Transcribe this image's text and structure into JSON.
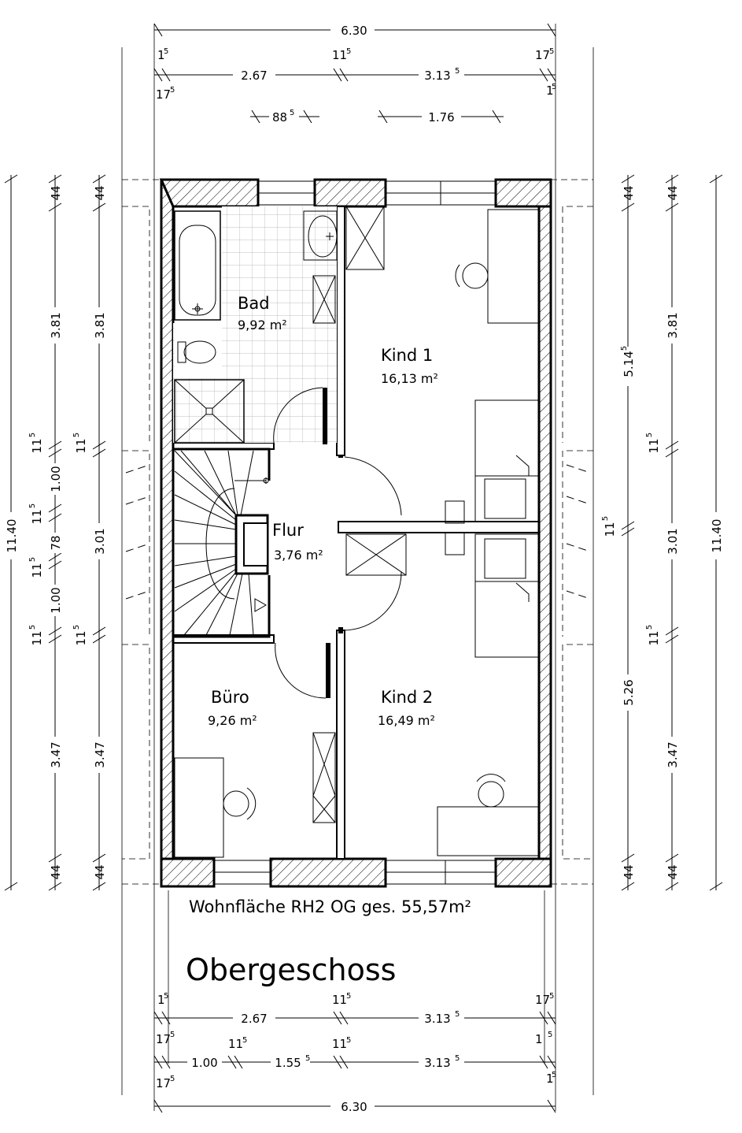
{
  "floor_title": "Obergeschoss",
  "total_area_label": "Wohnfläche RH2 OG ges. 55,57m²",
  "rooms": {
    "bad": {
      "name": "Bad",
      "area": "9,92 m²"
    },
    "kind1": {
      "name": "Kind 1",
      "area": "16,13 m²"
    },
    "flur": {
      "name": "Flur",
      "area": "3,76 m²"
    },
    "buero": {
      "name": "Büro",
      "area": "9,26 m²"
    },
    "kind2": {
      "name": "Kind 2",
      "area": "16,49 m²"
    }
  },
  "dimensions": {
    "top_overall": "6.30",
    "top_row": {
      "left_wall_top": "1",
      "left_wall_top_sup": "5",
      "left_wall_bottom": "17",
      "left_wall_bottom_sup": "5",
      "left_room": "2.67",
      "mid_wall": "11",
      "mid_wall_sup": "5",
      "right_room": "3.13",
      "right_room_sup": "5",
      "right_wall_top": "17",
      "right_wall_top_sup": "5",
      "right_wall_bottom": "1",
      "right_wall_bottom_sup": "5"
    },
    "top_windows": {
      "left": "88",
      "left_sup": "5",
      "right": "1.76"
    },
    "left_outer": "11.40",
    "left_mid_col": [
      "44",
      "3.81",
      "11",
      "5",
      "1.00",
      "11",
      "5",
      "78",
      "11",
      "5",
      "1.00",
      "11",
      "5",
      "3.47",
      "44"
    ],
    "left_inner_col": [
      "44",
      "3.81",
      "11",
      "5",
      "3.01",
      "11",
      "5",
      "3.47",
      "44"
    ],
    "right_inner_col": [
      "44",
      "5.14",
      "5",
      "11",
      "5",
      "5.26",
      "44"
    ],
    "right_mid_col": [
      "44",
      "3.81",
      "11",
      "5",
      "3.01",
      "11",
      "5",
      "3.47",
      "44"
    ],
    "right_outer": "11.40",
    "bottom_row1": {
      "left_wall": "1",
      "left_wall_sup": "5",
      "left_room": "2.67",
      "mid_wall": "11",
      "mid_wall_sup": "5",
      "right_room": "3.13",
      "right_room_sup": "5",
      "right_wall": "17",
      "right_wall_sup": "5"
    },
    "bottom_row2": {
      "left_wall": "17",
      "left_wall_sup": "5",
      "seg1": "1.00",
      "wall2": "11",
      "wall2_sup": "5",
      "seg2": "1.55",
      "seg2_sup": "5",
      "wall3": "11",
      "wall3_sup": "5",
      "seg3": "3.13",
      "seg3_sup": "5",
      "right_wall": "1",
      "right_wall_sup": "5"
    },
    "bottom_row2_under": {
      "left": "17",
      "left_sup": "5",
      "right": "1",
      "right_sup": "5"
    },
    "bottom_overall": "6.30"
  }
}
